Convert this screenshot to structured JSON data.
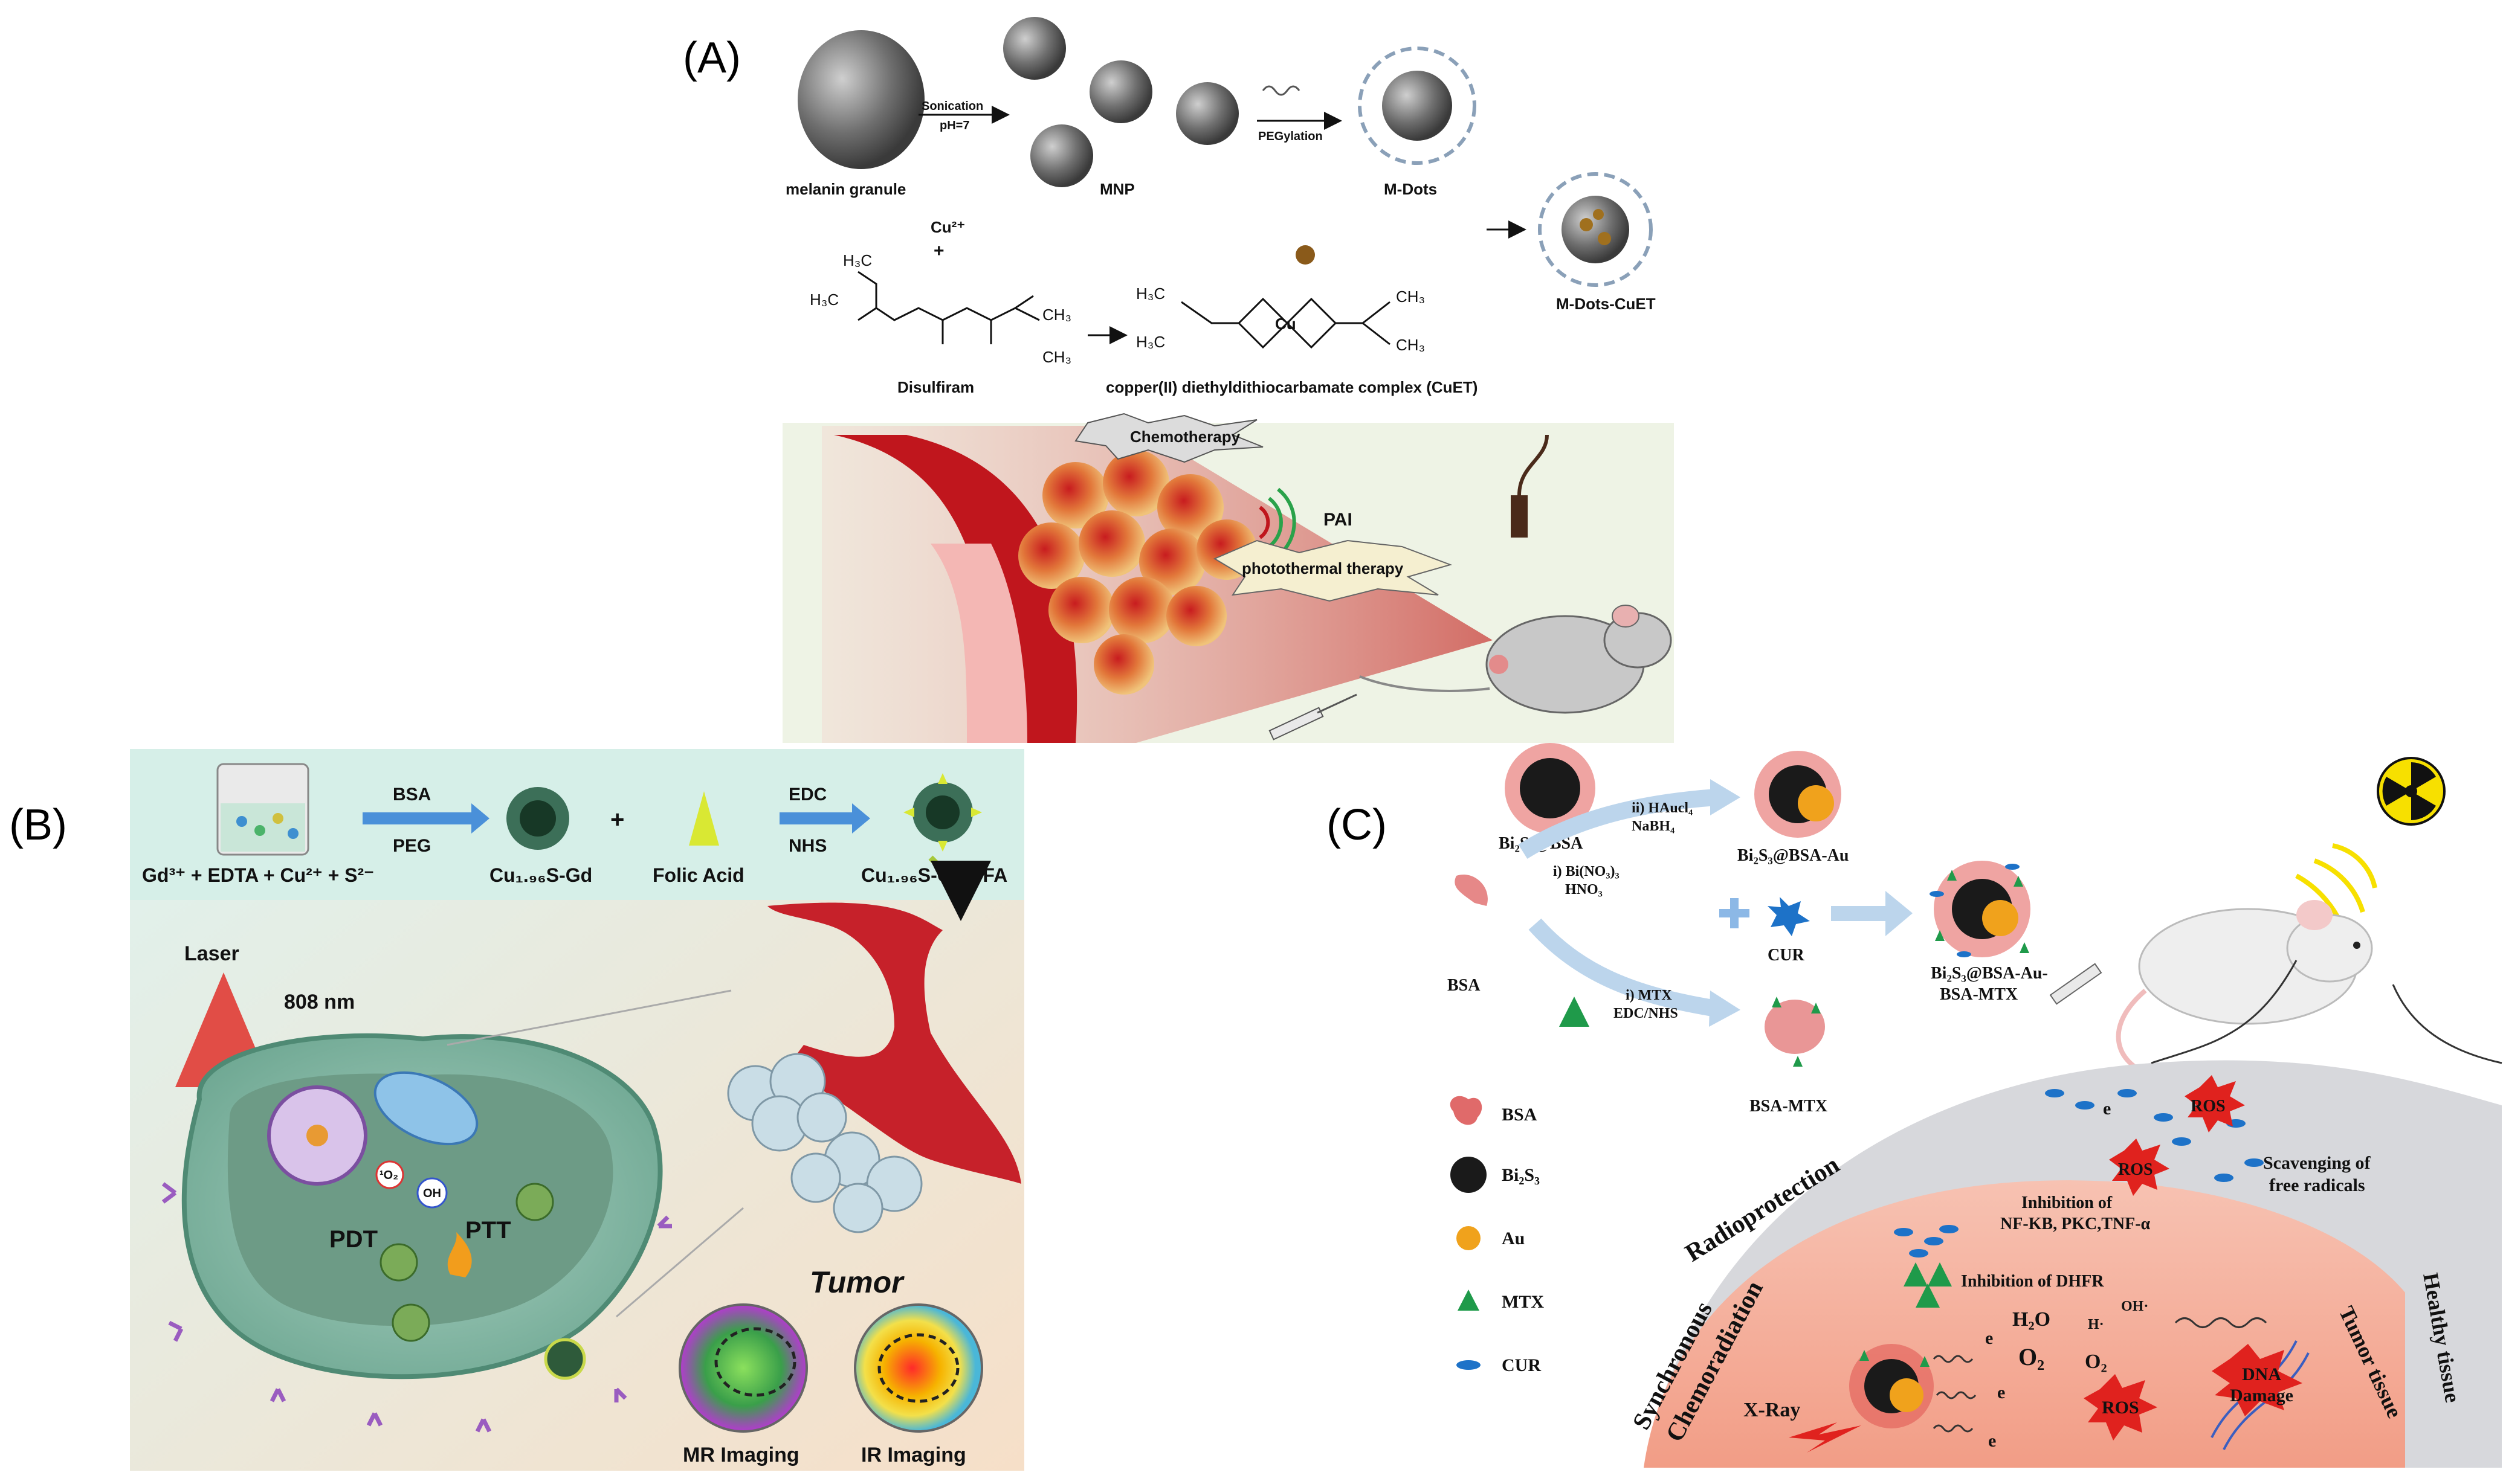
{
  "panels": {
    "a": {
      "label": "(A)",
      "melanin": "melanin granule",
      "sonication": "Sonication",
      "ph": "pH=7",
      "mnp": "MNP",
      "pegylation": "PEGylation",
      "mdots": "M-Dots",
      "cu": "Cu²⁺",
      "plus": "+",
      "disulfiram": "Disulfiram",
      "cuet": "copper(II) diethyldithiocarbamate complex (CuET)",
      "mdots_cuet": "M-Dots-CuET",
      "chemo": "Chemotherapy",
      "pai": "PAI",
      "ptt": "photothermal therapy"
    },
    "b": {
      "label": "(B)",
      "reagents": "Gd³⁺ + EDTA + Cu²⁺ + S²⁻",
      "bsa": "BSA",
      "peg": "PEG",
      "cus_gd": "Cu₁.₉₆S-Gd",
      "plus": "+",
      "folic": "Folic Acid",
      "edc": "EDC",
      "nhs": "NHS",
      "cus_fa": "Cu₁.₉₆S-Gd@FA",
      "laser": "Laser",
      "nm": "808 nm",
      "pdt": "PDT",
      "ptt": "PTT",
      "o2": "¹O₂",
      "oh": "OH",
      "tumor": "Tumor",
      "mr": "MR Imaging",
      "ir": "IR Imaging"
    },
    "c": {
      "label": "(C)",
      "bi2s3_bsa": "Bi₂S₃@BSA",
      "step_haucl": "ii) HAucl₄",
      "step_nabh": "NaBH₄",
      "step_bi": "i) Bi(NO₃)₃",
      "step_hno": "HNO₃",
      "bsa": "BSA",
      "bi2s3_bsa_au": "Bi₂S₃@BSA-Au",
      "cur": "CUR",
      "final_1": "Bi₂S₃@BSA-Au-",
      "final_2": "BSA-MTX",
      "step_mtx": "i) MTX",
      "step_edc": "EDC/NHS",
      "bsa_mtx": "BSA-MTX",
      "legend": [
        "BSA",
        "Bi₂S₃",
        "Au",
        "MTX",
        "CUR"
      ],
      "radioprotection": "Radioprotection",
      "sync_1": "Synchronous",
      "sync_2": "Chemoradiation",
      "scavenge_1": "Scavenging of",
      "scavenge_2": "free radicals",
      "inhib1_1": "Inhibition of",
      "inhib1_2": "NF-KB, PKC,TNF-α",
      "inhib2": "Inhibition of DHFR",
      "ros": "ROS",
      "e": "e",
      "xray": "X-Ray",
      "h2o": "H₂O",
      "o2": "O₂",
      "dna_1": "DNA",
      "dna_2": "Damage",
      "tumor_tissue": "Tumor tissue",
      "healthy": "Healthy tissue"
    }
  },
  "colors": {
    "tumor_red": "#c8151b",
    "vessel_red": "#b3161c",
    "panel_b_bg": "#dff2ee",
    "mtx_green": "#1f9a4a",
    "cur_blue": "#1d72c8",
    "au_orange": "#f0a21c",
    "radiation_yellow": "#f7e000"
  }
}
